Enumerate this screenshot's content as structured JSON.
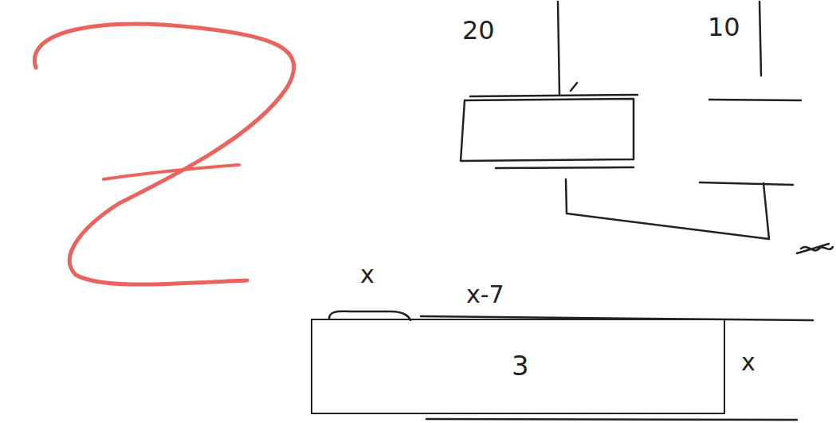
{
  "diagram": {
    "nodes": [
      {
        "text": [
          "3"
        ]
      }
    ],
    "labels": [
      "20",
      "10",
      "x",
      "x-7",
      "x"
    ]
  }
}
